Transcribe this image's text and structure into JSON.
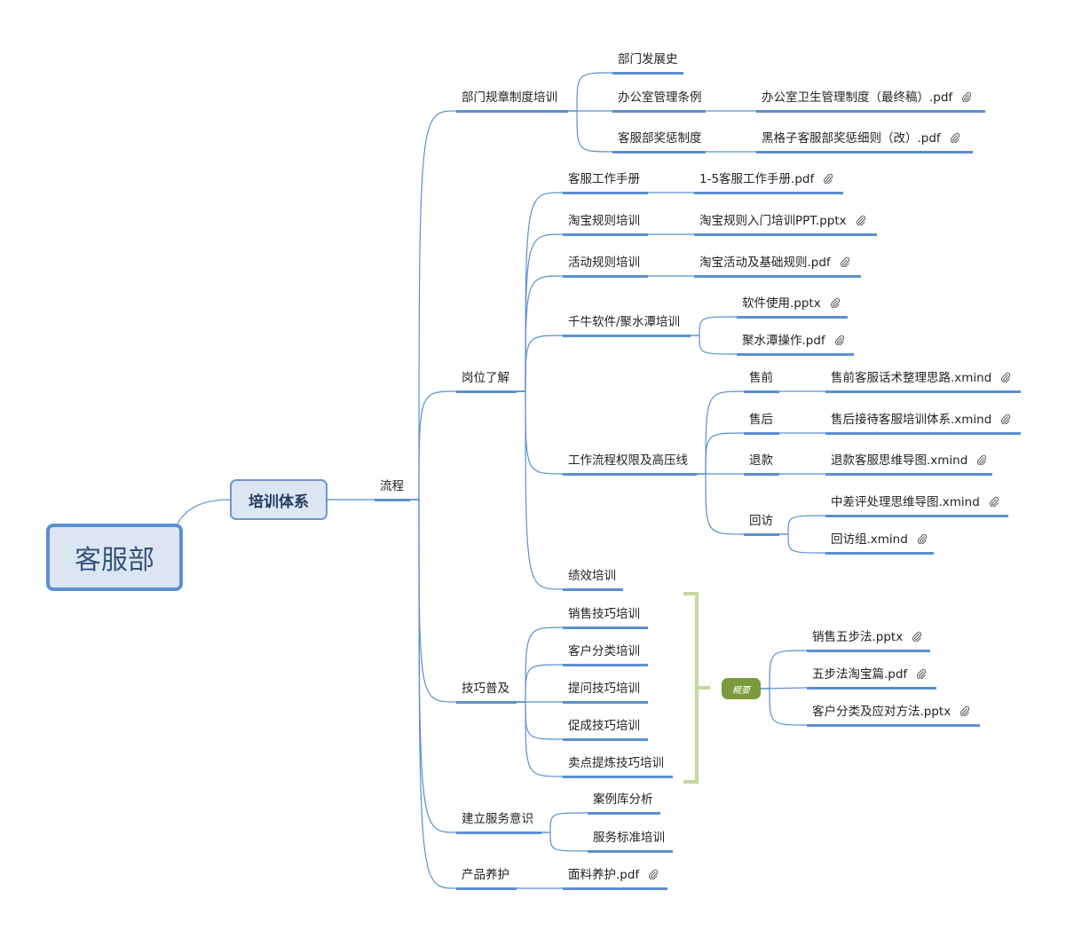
{
  "root": {
    "label": "客服部"
  },
  "main": {
    "label": "培训体系"
  },
  "summary": {
    "label": "概要"
  },
  "colors": {
    "line": "#5b8fd1",
    "root_fill": "#dce6f3",
    "summary_fill": "#7a9a3b",
    "bracket": "#c5d89e"
  },
  "nodes": [
    {
      "id": "liucheng",
      "label": "流程",
      "parent": "main"
    },
    {
      "id": "bmgz",
      "label": "部门规章制度培训",
      "parent": "liucheng"
    },
    {
      "id": "gwlj",
      "label": "岗位了解",
      "parent": "liucheng"
    },
    {
      "id": "jqpj",
      "label": "技巧普及",
      "parent": "liucheng"
    },
    {
      "id": "jlfw",
      "label": "建立服务意识",
      "parent": "liucheng"
    },
    {
      "id": "cpyh",
      "label": "产品养护",
      "parent": "liucheng"
    },
    {
      "id": "bmfzs",
      "label": "部门发展史",
      "parent": "bmgz"
    },
    {
      "id": "bgsgl",
      "label": "办公室管理条例",
      "parent": "bmgz"
    },
    {
      "id": "kfbjc",
      "label": "客服部奖惩制度",
      "parent": "bmgz"
    },
    {
      "id": "f1",
      "label": "办公室卫生管理制度（最终稿）.pdf",
      "parent": "bgsgl",
      "attachment": true
    },
    {
      "id": "f2",
      "label": "黑格子客服部奖惩细则（改）.pdf",
      "parent": "kfbjc",
      "attachment": true
    },
    {
      "id": "kfgzsc",
      "label": "客服工作手册",
      "parent": "gwlj"
    },
    {
      "id": "tbgz",
      "label": "淘宝规则培训",
      "parent": "gwlj"
    },
    {
      "id": "hdgz",
      "label": "活动规则培训",
      "parent": "gwlj"
    },
    {
      "id": "qnrj",
      "label": "千牛软件/聚水潭培训",
      "parent": "gwlj"
    },
    {
      "id": "gzlc",
      "label": "工作流程权限及高压线",
      "parent": "gwlj"
    },
    {
      "id": "jxpx",
      "label": "绩效培训",
      "parent": "gwlj"
    },
    {
      "id": "f3",
      "label": "1-5客服工作手册.pdf",
      "parent": "kfgzsc",
      "attachment": true
    },
    {
      "id": "f4",
      "label": "淘宝规则入门培训PPT.pptx",
      "parent": "tbgz",
      "attachment": true
    },
    {
      "id": "f5",
      "label": "淘宝活动及基础规则.pdf",
      "parent": "hdgz",
      "attachment": true
    },
    {
      "id": "f6",
      "label": "软件使用.pptx",
      "parent": "qnrj",
      "attachment": true
    },
    {
      "id": "f7",
      "label": "聚水潭操作.pdf",
      "parent": "qnrj",
      "attachment": true
    },
    {
      "id": "sq",
      "label": "售前",
      "parent": "gzlc"
    },
    {
      "id": "sh",
      "label": "售后",
      "parent": "gzlc"
    },
    {
      "id": "tk",
      "label": "退款",
      "parent": "gzlc"
    },
    {
      "id": "hf",
      "label": "回访",
      "parent": "gzlc"
    },
    {
      "id": "f8",
      "label": "售前客服话术整理思路.xmind",
      "parent": "sq",
      "attachment": true
    },
    {
      "id": "f9",
      "label": "售后接待客服培训体系.xmind",
      "parent": "sh",
      "attachment": true
    },
    {
      "id": "f10",
      "label": "退款客服思维导图.xmind",
      "parent": "tk",
      "attachment": true
    },
    {
      "id": "f11",
      "label": "中差评处理思维导图.xmind",
      "parent": "hf",
      "attachment": true
    },
    {
      "id": "f12",
      "label": "回访组.xmind",
      "parent": "hf",
      "attachment": true
    },
    {
      "id": "xsjq",
      "label": "销售技巧培训",
      "parent": "jqpj"
    },
    {
      "id": "khfl",
      "label": "客户分类培训",
      "parent": "jqpj"
    },
    {
      "id": "twjq",
      "label": "提问技巧培训",
      "parent": "jqpj"
    },
    {
      "id": "ccjq",
      "label": "促成技巧培训",
      "parent": "jqpj"
    },
    {
      "id": "mdtl",
      "label": "卖点提炼技巧培训",
      "parent": "jqpj"
    },
    {
      "id": "s1",
      "label": "销售五步法.pptx",
      "parent": "summary",
      "attachment": true
    },
    {
      "id": "s2",
      "label": "五步法淘宝篇.pdf",
      "parent": "summary",
      "attachment": true
    },
    {
      "id": "s3",
      "label": "客户分类及应对方法.pptx",
      "parent": "summary",
      "attachment": true
    },
    {
      "id": "alk",
      "label": "案例库分析",
      "parent": "jlfw"
    },
    {
      "id": "fwbz",
      "label": "服务标准培训",
      "parent": "jlfw"
    },
    {
      "id": "f13",
      "label": "面料养护.pdf",
      "parent": "cpyh",
      "attachment": true
    }
  ]
}
